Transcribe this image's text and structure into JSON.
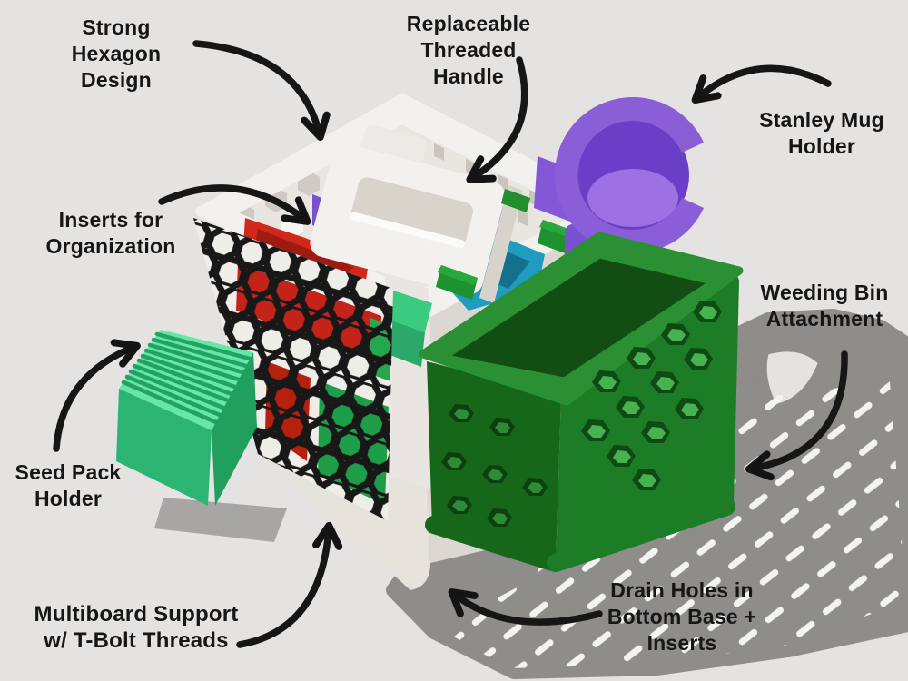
{
  "labels": {
    "hexagon_design": {
      "line1": "Strong",
      "line2": "Hexagon",
      "line3": "Design"
    },
    "threaded_handle": {
      "line1": "Replaceable",
      "line2": "Threaded",
      "line3": "Handle"
    },
    "mug_holder": {
      "line1": "Stanley Mug",
      "line2": "Holder"
    },
    "inserts": {
      "line1": "Inserts for",
      "line2": "Organization"
    },
    "seed_pack": {
      "line1": "Seed Pack",
      "line2": "Holder"
    },
    "weeding_bin": {
      "line1": "Weeding Bin",
      "line2": "Attachment"
    },
    "multiboard": {
      "line1": "Multiboard Support",
      "line2": "w/ T-Bolt Threads"
    },
    "drain_holes": {
      "line1": "Drain Holes in",
      "line2": "Bottom Base +",
      "line3": "Inserts"
    }
  },
  "colors": {
    "background": "#e4e3e1",
    "ink": "#161616",
    "shadow": "#8e8d8a",
    "basket_white": "#f3f1ed",
    "mug_purple": "#8a5ed6",
    "insert_red": "#d2271b",
    "insert_purple": "#7b4fd2",
    "insert_teal": "#1f9cc0",
    "insert_mint": "#3acb80",
    "clip_green": "#1f9230",
    "bin_green": "#1d7d26",
    "seed_green": "#2cb572",
    "board_black": "#181818"
  }
}
